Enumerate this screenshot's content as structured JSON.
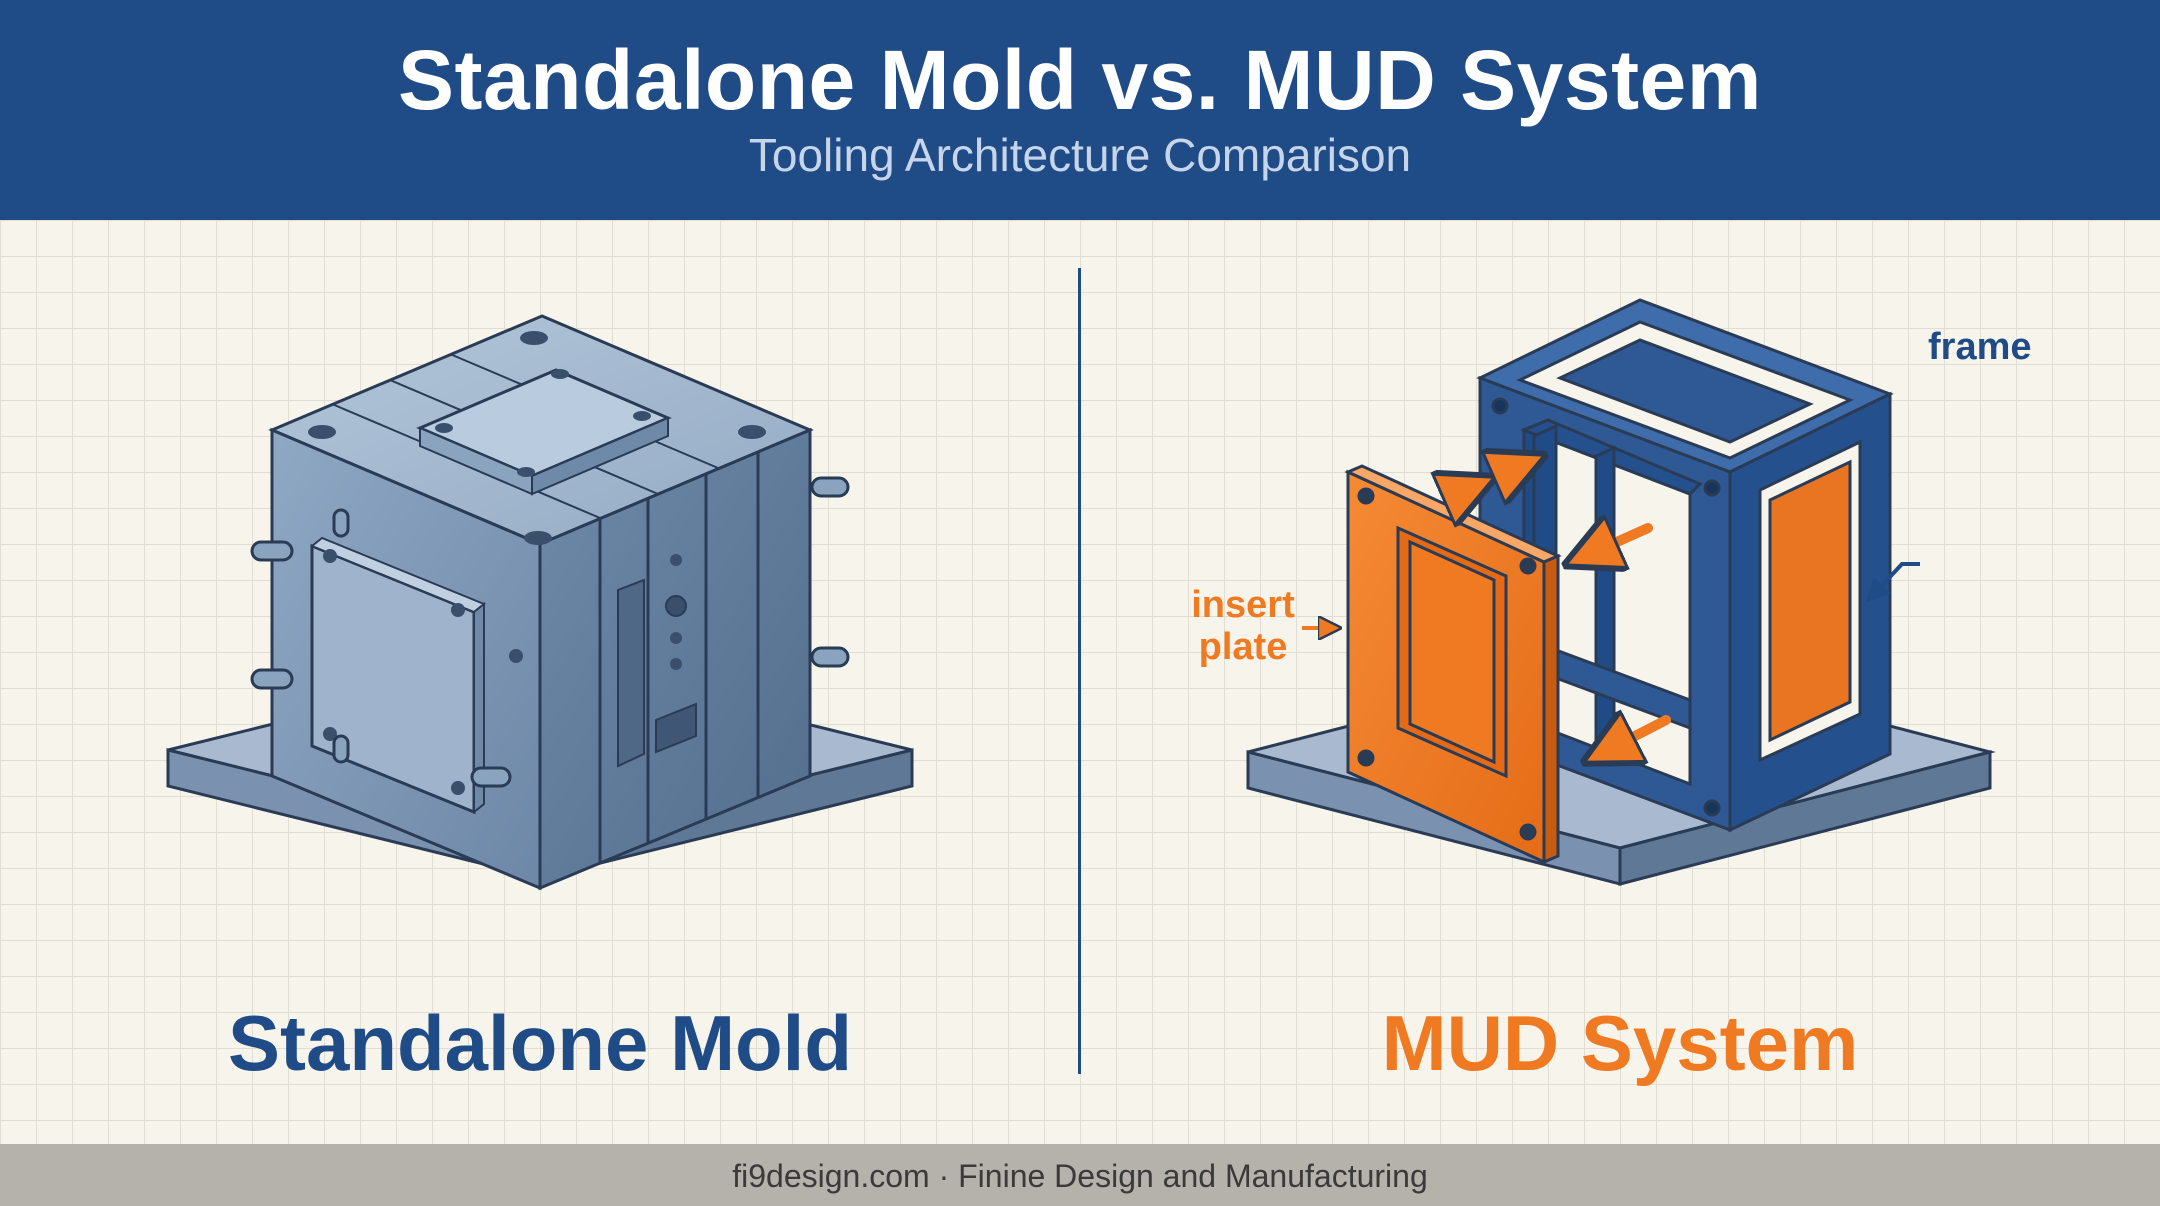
{
  "header": {
    "title": "Standalone Mold vs. MUD System",
    "subtitle": "Tooling Architecture Comparison"
  },
  "panels": {
    "left_label": "Standalone Mold",
    "right_label": "MUD System"
  },
  "callouts": {
    "frame": "frame",
    "insert_line1": "insert",
    "insert_line2": "plate"
  },
  "footer": {
    "text": "fi9design.com · Finine Design and Manufacturing"
  },
  "colors": {
    "navy": "#1f4b86",
    "orange": "#f07a22",
    "steel": "#7f9ab8",
    "background": "#f7f4ec",
    "footer": "#b5b1ab"
  }
}
